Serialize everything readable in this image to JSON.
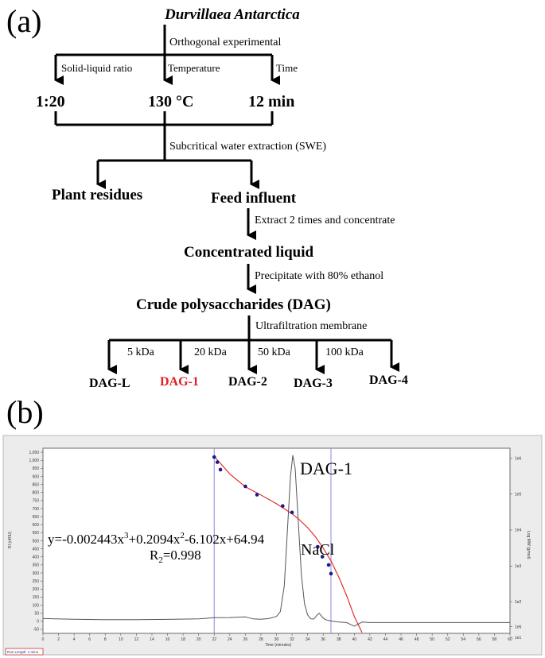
{
  "panel_a": {
    "label": "(a)",
    "source": "Durvillaea Antarctica",
    "step_orthogonal": "Orthogonal experimental",
    "param_ratio_label": "Solid-liquid ratio",
    "param_temp_label": "Temperature",
    "param_time_label": "Time",
    "value_ratio": "1:20",
    "value_temp": "130 °C",
    "value_time": "12 min",
    "step_swe": "Subcritical water extraction (SWE)",
    "plant_residues": "Plant residues",
    "feed_influent": "Feed influent",
    "step_extract": "Extract 2 times and concentrate",
    "concentrated_liquid": "Concentrated liquid",
    "step_precipitate": "Precipitate with 80% ethanol",
    "crude": "Crude polysaccharides (DAG)",
    "step_uf": "Ultrafiltration membrane",
    "cut_5": "5 kDa",
    "cut_20": "20 kDa",
    "cut_50": "50 kDa",
    "cut_100": "100 kDa",
    "fractions": [
      "DAG-L",
      "DAG-1",
      "DAG-2",
      "DAG-3",
      "DAG-4"
    ],
    "highlight_color": "#e02020"
  },
  "panel_b": {
    "label": "(b)",
    "peak_label": "DAG-1",
    "salt_label": "NaCl",
    "equation_prefix": "y=-0.002443x",
    "equation_mid1": "+0.2094x",
    "equation_mid2": "-6.102x+64.94",
    "sup3": "3",
    "sup2": "2",
    "r_label": "R",
    "r_sub": "2",
    "r_value": "=0.998",
    "y_axis_title": "RI (nRIU)",
    "y2_axis_title": "Log MW (g/mol)",
    "x_axis_title": "Time (minutes)",
    "run_length": "Run Length: 1 mins",
    "curve_color": "#e02020",
    "points_color": "#1a1a8c",
    "marker_color": "#8888dd"
  },
  "chart_data": {
    "type": "line",
    "xlabel": "Time (minutes)",
    "ylabel": "RI (nRIU)",
    "y2label": "Log MW (g/mol)",
    "xlim": [
      0,
      60
    ],
    "ylim": [
      -75,
      1075
    ],
    "x_ticks": [
      0,
      2,
      4,
      6,
      8,
      10,
      12,
      14,
      16,
      18,
      20,
      22,
      24,
      26,
      28,
      30,
      32,
      34,
      36,
      38,
      40,
      42,
      44,
      46,
      48,
      50,
      52,
      54,
      56,
      58,
      60
    ],
    "y_ticks": [
      -50,
      0,
      50,
      100,
      150,
      200,
      250,
      300,
      350,
      400,
      450,
      500,
      550,
      600,
      650,
      700,
      750,
      800,
      850,
      900,
      950,
      1000,
      1050
    ],
    "y_tick_labels": [
      "-50",
      "0",
      "50",
      "100",
      "150",
      "200",
      "250",
      "300",
      "350",
      "400",
      "450",
      "500",
      "550",
      "600",
      "650",
      "700",
      "750",
      "800",
      "850",
      "900",
      "950",
      "1,000",
      "1,050"
    ],
    "y2_ticks": [
      {
        "label": "1e6",
        "y": 1012
      },
      {
        "label": "1e5",
        "y": 791
      },
      {
        "label": "1e4",
        "y": 567
      },
      {
        "label": "1e3",
        "y": 343
      },
      {
        "label": "1e2",
        "y": 122
      },
      {
        "label": "1e1",
        "y": -100
      },
      {
        "label": "1e6",
        "y": -34
      }
    ],
    "markers_x": [
      22,
      37
    ],
    "series": [
      {
        "name": "DAG-1",
        "x": [
          0,
          4,
          8,
          12,
          16,
          20,
          22,
          24,
          26,
          27,
          28,
          29,
          30,
          30.5,
          31,
          31.4,
          31.8,
          32.1,
          32.4,
          32.8,
          33.2,
          33.6,
          34,
          34.4,
          34.8,
          35.2,
          35.5,
          35.9,
          36.3,
          37,
          38,
          39,
          40,
          41,
          42,
          46,
          50,
          55,
          60
        ],
        "y": [
          17,
          13,
          10,
          10,
          12,
          15,
          22,
          23,
          27,
          15,
          13,
          17,
          30,
          60,
          220,
          560,
          900,
          1030,
          950,
          620,
          290,
          110,
          40,
          16,
          14,
          38,
          50,
          25,
          10,
          2,
          -5,
          -8,
          -30,
          -5,
          -8,
          -8,
          -8,
          -8,
          -8
        ]
      },
      {
        "name": "Calibration curve",
        "x": [
          22,
          24,
          26,
          28,
          30,
          32,
          33,
          34,
          35,
          36,
          37,
          38,
          39,
          40,
          41
        ],
        "y": [
          1025,
          915,
          835,
          785,
          730,
          668,
          628,
          582,
          525,
          455,
          375,
          275,
          160,
          30,
          -70
        ]
      }
    ],
    "calibration_points": {
      "x": [
        22.0,
        22.4,
        22.8,
        26.0,
        27.5,
        30.8,
        32.0,
        35.3,
        35.9,
        36.7,
        37.0
      ],
      "y": [
        1020,
        988,
        942,
        838,
        786,
        716,
        676,
        463,
        401,
        350,
        296
      ]
    }
  }
}
